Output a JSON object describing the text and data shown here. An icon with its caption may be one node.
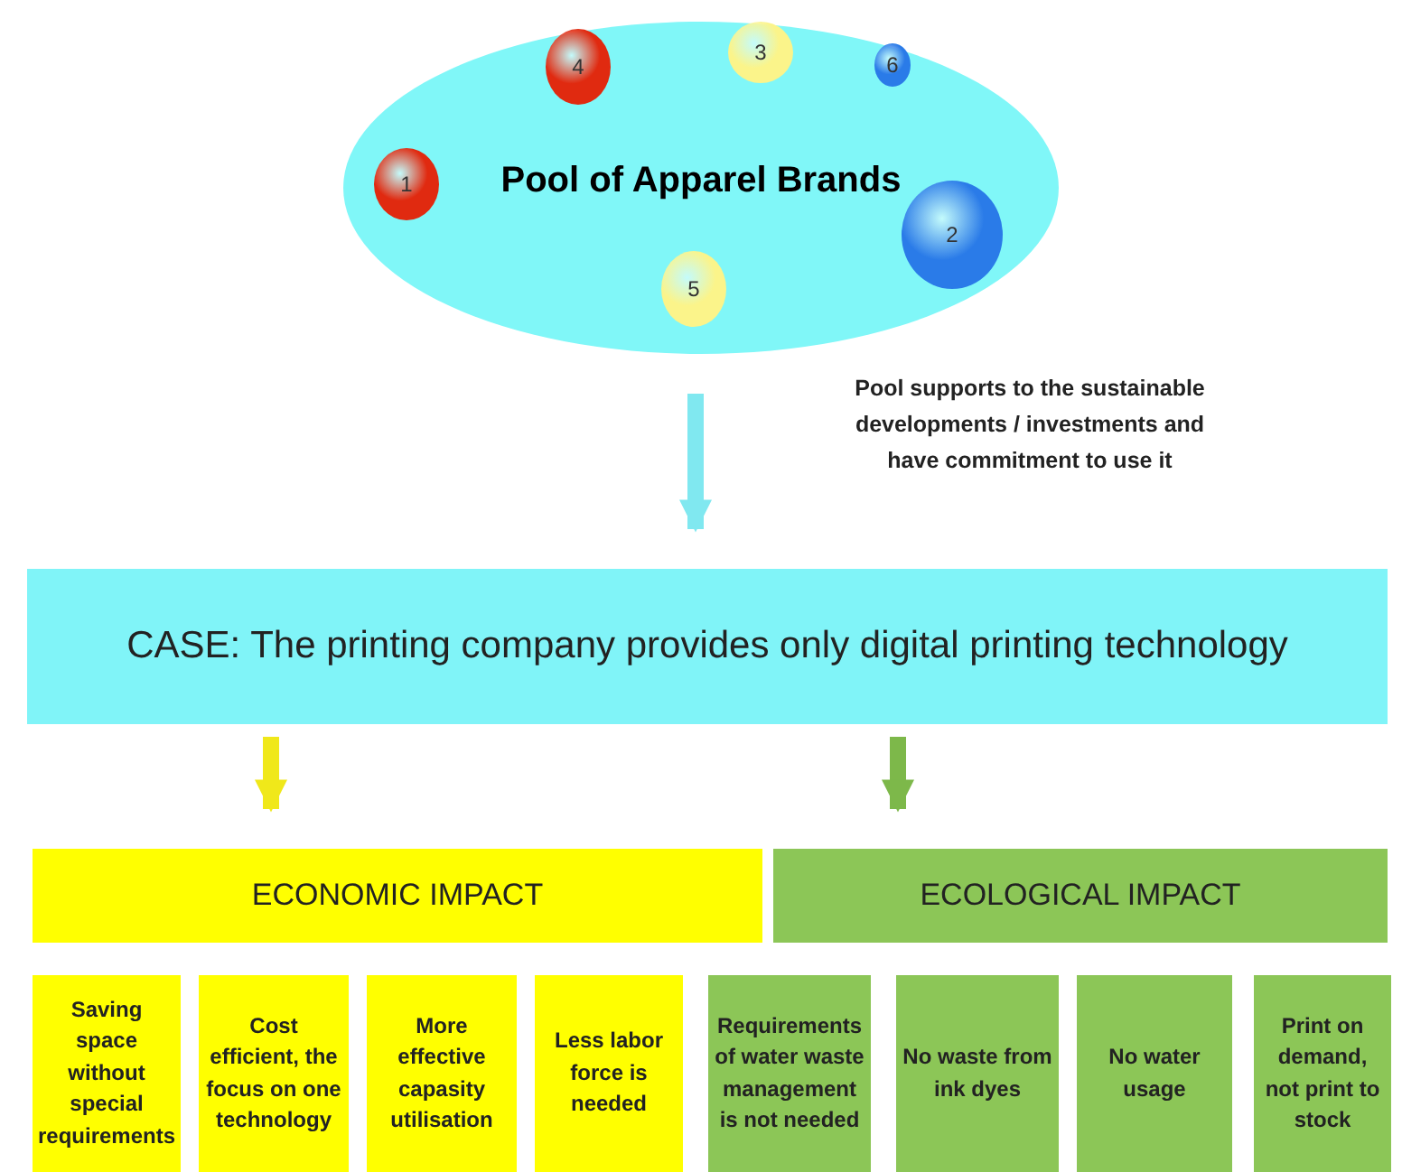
{
  "diagram": {
    "nodes": [
      {
        "text": [
          "Pool of Apparel Brands"
        ]
      },
      {
        "text": [
          "1"
        ],
        "in": 0
      },
      {
        "text": [
          "2"
        ],
        "in": 0
      },
      {
        "text": [
          "3"
        ],
        "in": 0
      },
      {
        "text": [
          "4"
        ],
        "in": 0
      },
      {
        "text": [
          "5"
        ],
        "in": 0
      },
      {
        "text": [
          "6"
        ],
        "in": 0
      },
      {
        "text": [
          "CASE: The printing company provides only digital printing technology"
        ]
      },
      {
        "text": [
          "ECONOMIC IMPACT"
        ]
      },
      {
        "text": [
          "ECOLOGICAL IMPACT"
        ]
      },
      {
        "text": [
          "Saving space without special requirements"
        ]
      },
      {
        "text": [
          "Cost efficient, the focus on one technology"
        ]
      },
      {
        "text": [
          "More effective capasity utilisation"
        ]
      },
      {
        "text": [
          "Less labor force is needed"
        ]
      },
      {
        "text": [
          "Requirements of water waste management is not needed"
        ]
      },
      {
        "text": [
          "No waste from ink dyes"
        ]
      },
      {
        "text": [
          "No water usage"
        ]
      },
      {
        "text": [
          "Print on demand, not print to stock"
        ]
      }
    ],
    "edges": [
      {
        "from": 0,
        "to": 7,
        "arrow": "to",
        "color": "#80e8f0"
      },
      {
        "from": 7,
        "to": 8,
        "arrow": "to",
        "color": "#f0e81a"
      },
      {
        "from": 7,
        "to": 9,
        "arrow": "to",
        "color": "#7db84a"
      }
    ],
    "labels": [
      "Pool supports to the sustainable developments / investments and have commitment to use it"
    ]
  }
}
